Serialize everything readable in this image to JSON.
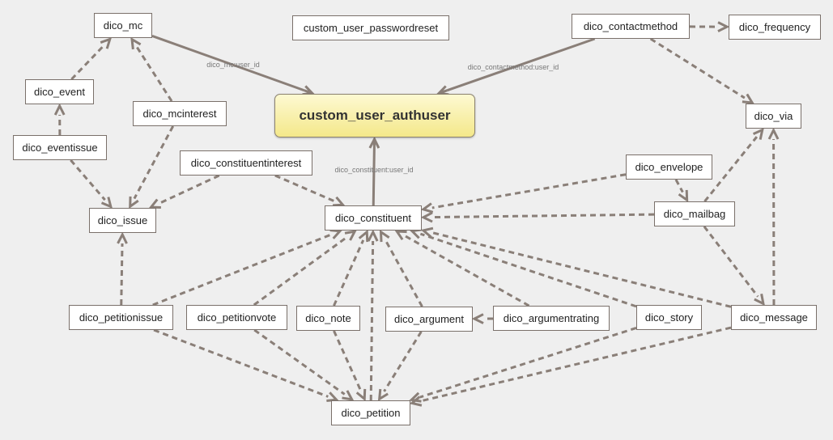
{
  "diagram": {
    "main_node": "custom_user_authuser",
    "nodes": {
      "dico_mc": "dico_mc",
      "custom_user_passwordreset": "custom_user_passwordreset",
      "dico_contactmethod": "dico_contactmethod",
      "dico_frequency": "dico_frequency",
      "dico_event": "dico_event",
      "dico_mcinterest": "dico_mcinterest",
      "dico_via": "dico_via",
      "dico_eventissue": "dico_eventissue",
      "dico_constituentinterest": "dico_constituentinterest",
      "dico_envelope": "dico_envelope",
      "dico_issue": "dico_issue",
      "dico_constituent": "dico_constituent",
      "dico_mailbag": "dico_mailbag",
      "dico_petitionissue": "dico_petitionissue",
      "dico_petitionvote": "dico_petitionvote",
      "dico_note": "dico_note",
      "dico_argument": "dico_argument",
      "dico_argumentrating": "dico_argumentrating",
      "dico_story": "dico_story",
      "dico_message": "dico_message",
      "dico_petition": "dico_petition"
    },
    "edge_labels": {
      "mc_user": "dico_mc:user_id",
      "contactmethod_user": "dico_contactmethod:user_id",
      "constituent_user": "dico_constituent:user_id"
    },
    "edges": [
      {
        "from": "dico_mc",
        "to": "custom_user_authuser",
        "style": "solid"
      },
      {
        "from": "dico_contactmethod",
        "to": "custom_user_authuser",
        "style": "solid"
      },
      {
        "from": "dico_constituent",
        "to": "custom_user_authuser",
        "style": "solid"
      },
      {
        "from": "dico_contactmethod",
        "to": "dico_frequency",
        "style": "dashed"
      },
      {
        "from": "dico_contactmethod",
        "to": "dico_via",
        "style": "dashed"
      },
      {
        "from": "dico_event",
        "to": "dico_mc",
        "style": "dashed"
      },
      {
        "from": "dico_mcinterest",
        "to": "dico_mc",
        "style": "dashed"
      },
      {
        "from": "dico_mcinterest",
        "to": "dico_issue",
        "style": "dashed"
      },
      {
        "from": "dico_eventissue",
        "to": "dico_event",
        "style": "dashed"
      },
      {
        "from": "dico_eventissue",
        "to": "dico_issue",
        "style": "dashed"
      },
      {
        "from": "dico_constituentinterest",
        "to": "dico_issue",
        "style": "dashed"
      },
      {
        "from": "dico_constituentinterest",
        "to": "dico_constituent",
        "style": "dashed"
      },
      {
        "from": "dico_envelope",
        "to": "dico_constituent",
        "style": "dashed"
      },
      {
        "from": "dico_envelope",
        "to": "dico_mailbag",
        "style": "dashed"
      },
      {
        "from": "dico_mailbag",
        "to": "dico_constituent",
        "style": "dashed"
      },
      {
        "from": "dico_mailbag",
        "to": "dico_via",
        "style": "dashed"
      },
      {
        "from": "dico_mailbag",
        "to": "dico_message",
        "style": "dashed"
      },
      {
        "from": "dico_message",
        "to": "dico_via",
        "style": "dashed"
      },
      {
        "from": "dico_message",
        "to": "dico_constituent",
        "style": "dashed"
      },
      {
        "from": "dico_message",
        "to": "dico_petition",
        "style": "dashed"
      },
      {
        "from": "dico_petitionissue",
        "to": "dico_issue",
        "style": "dashed"
      },
      {
        "from": "dico_petitionissue",
        "to": "dico_constituent",
        "style": "dashed"
      },
      {
        "from": "dico_petitionissue",
        "to": "dico_petition",
        "style": "dashed"
      },
      {
        "from": "dico_petitionvote",
        "to": "dico_constituent",
        "style": "dashed"
      },
      {
        "from": "dico_petitionvote",
        "to": "dico_petition",
        "style": "dashed"
      },
      {
        "from": "dico_note",
        "to": "dico_constituent",
        "style": "dashed"
      },
      {
        "from": "dico_note",
        "to": "dico_petition",
        "style": "dashed"
      },
      {
        "from": "dico_argument",
        "to": "dico_constituent",
        "style": "dashed"
      },
      {
        "from": "dico_argument",
        "to": "dico_petition",
        "style": "dashed"
      },
      {
        "from": "dico_argumentrating",
        "to": "dico_argument",
        "style": "dashed"
      },
      {
        "from": "dico_argumentrating",
        "to": "dico_constituent",
        "style": "dashed"
      },
      {
        "from": "dico_story",
        "to": "dico_constituent",
        "style": "dashed"
      },
      {
        "from": "dico_story",
        "to": "dico_petition",
        "style": "dashed"
      },
      {
        "from": "dico_petition",
        "to": "dico_constituent",
        "style": "dashed"
      }
    ],
    "colors": {
      "edge": "#8a7f78",
      "node_border": "#7a706a",
      "main_fill_top": "#fdf9d2",
      "main_fill_bottom": "#f4e88a",
      "background": "#efefef"
    }
  }
}
